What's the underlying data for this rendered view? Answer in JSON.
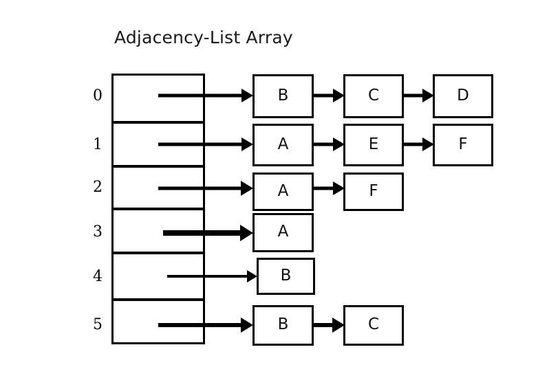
{
  "title": "Adjacency-List Array",
  "colors": {
    "background": "#ffffff",
    "stroke": "#000000",
    "text": "#111111"
  },
  "array": {
    "index_labels": [
      "0",
      "1",
      "2",
      "3",
      "4",
      "5"
    ],
    "cell_count": 6
  },
  "rows": [
    {
      "index": "0",
      "nodes": [
        "B",
        "C",
        "D"
      ]
    },
    {
      "index": "1",
      "nodes": [
        "A",
        "E",
        "F"
      ]
    },
    {
      "index": "2",
      "nodes": [
        "A",
        "F"
      ]
    },
    {
      "index": "3",
      "nodes": [
        "A"
      ]
    },
    {
      "index": "4",
      "nodes": [
        "B"
      ]
    },
    {
      "index": "5",
      "nodes": [
        "B",
        "C"
      ]
    }
  ],
  "graph_data": {
    "type": "adjacency-list",
    "vertex_ids": [
      "0",
      "1",
      "2",
      "3",
      "4",
      "5"
    ],
    "adjacency": {
      "0": [
        "B",
        "C",
        "D"
      ],
      "1": [
        "A",
        "E",
        "F"
      ],
      "2": [
        "A",
        "F"
      ],
      "3": [
        "A"
      ],
      "4": [
        "B"
      ],
      "5": [
        "B",
        "C"
      ]
    }
  }
}
